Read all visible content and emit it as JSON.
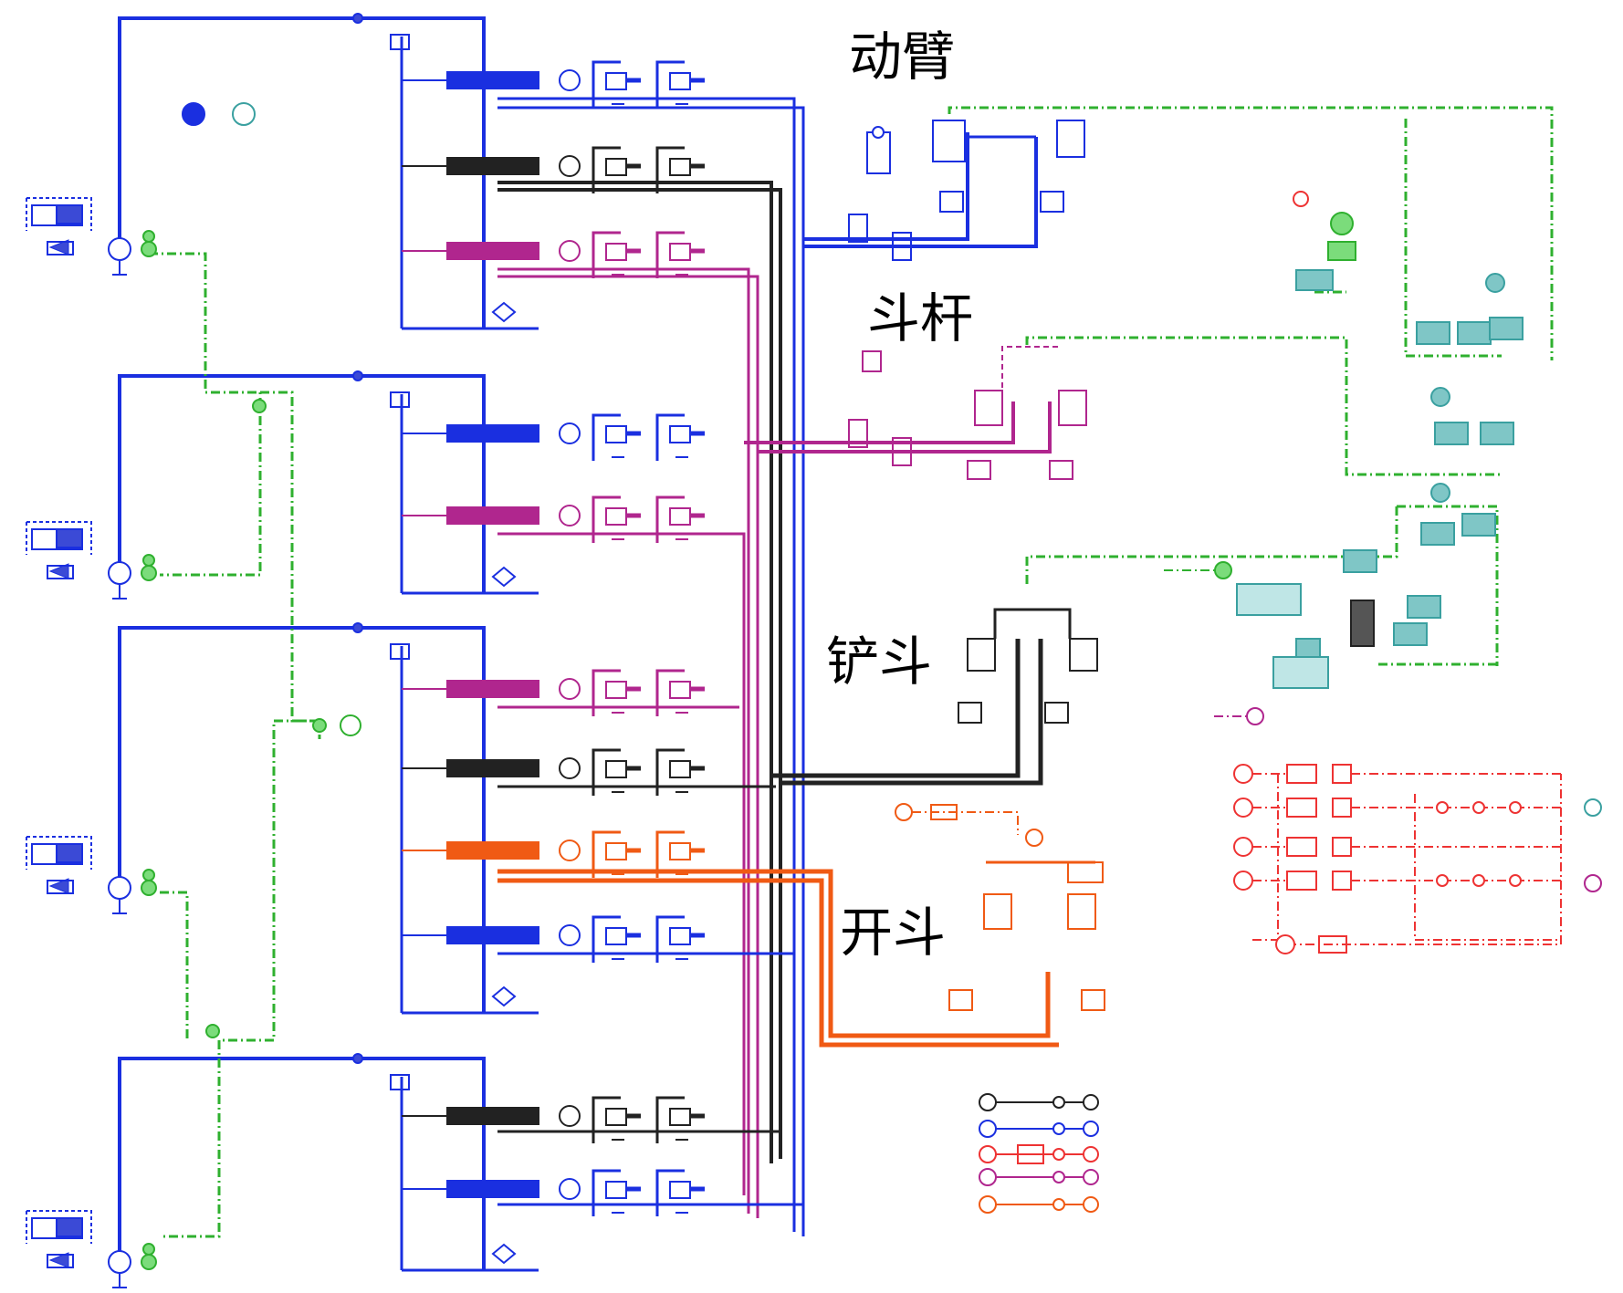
{
  "labels": {
    "boom": "动臂",
    "stick": "斗杆",
    "bucket": "铲斗",
    "open_bucket": "开斗"
  },
  "colors": {
    "main_supply": "#1a2fe0",
    "boom_return": "#222222",
    "stick_circuit": "#b0268e",
    "open_bucket_circuit": "#f05a14",
    "signal_line": "#2fb02f",
    "control_line": "#3aa0a0",
    "controller_block": "#ee3333"
  },
  "pump_units": [
    {
      "id": "pump-1"
    },
    {
      "id": "pump-2"
    },
    {
      "id": "pump-3"
    },
    {
      "id": "pump-4"
    }
  ],
  "valve_sections": [
    {
      "id": "v1",
      "circuit": "main_supply"
    },
    {
      "id": "v2",
      "circuit": "boom_return"
    },
    {
      "id": "v3",
      "circuit": "stick_circuit"
    },
    {
      "id": "v4",
      "circuit": "main_supply"
    },
    {
      "id": "v5",
      "circuit": "stick_circuit"
    },
    {
      "id": "v6",
      "circuit": "stick_circuit"
    },
    {
      "id": "v7",
      "circuit": "boom_return"
    },
    {
      "id": "v8",
      "circuit": "open_bucket_circuit"
    },
    {
      "id": "v9",
      "circuit": "main_supply"
    },
    {
      "id": "v10",
      "circuit": "boom_return"
    },
    {
      "id": "v11",
      "circuit": "main_supply"
    }
  ]
}
